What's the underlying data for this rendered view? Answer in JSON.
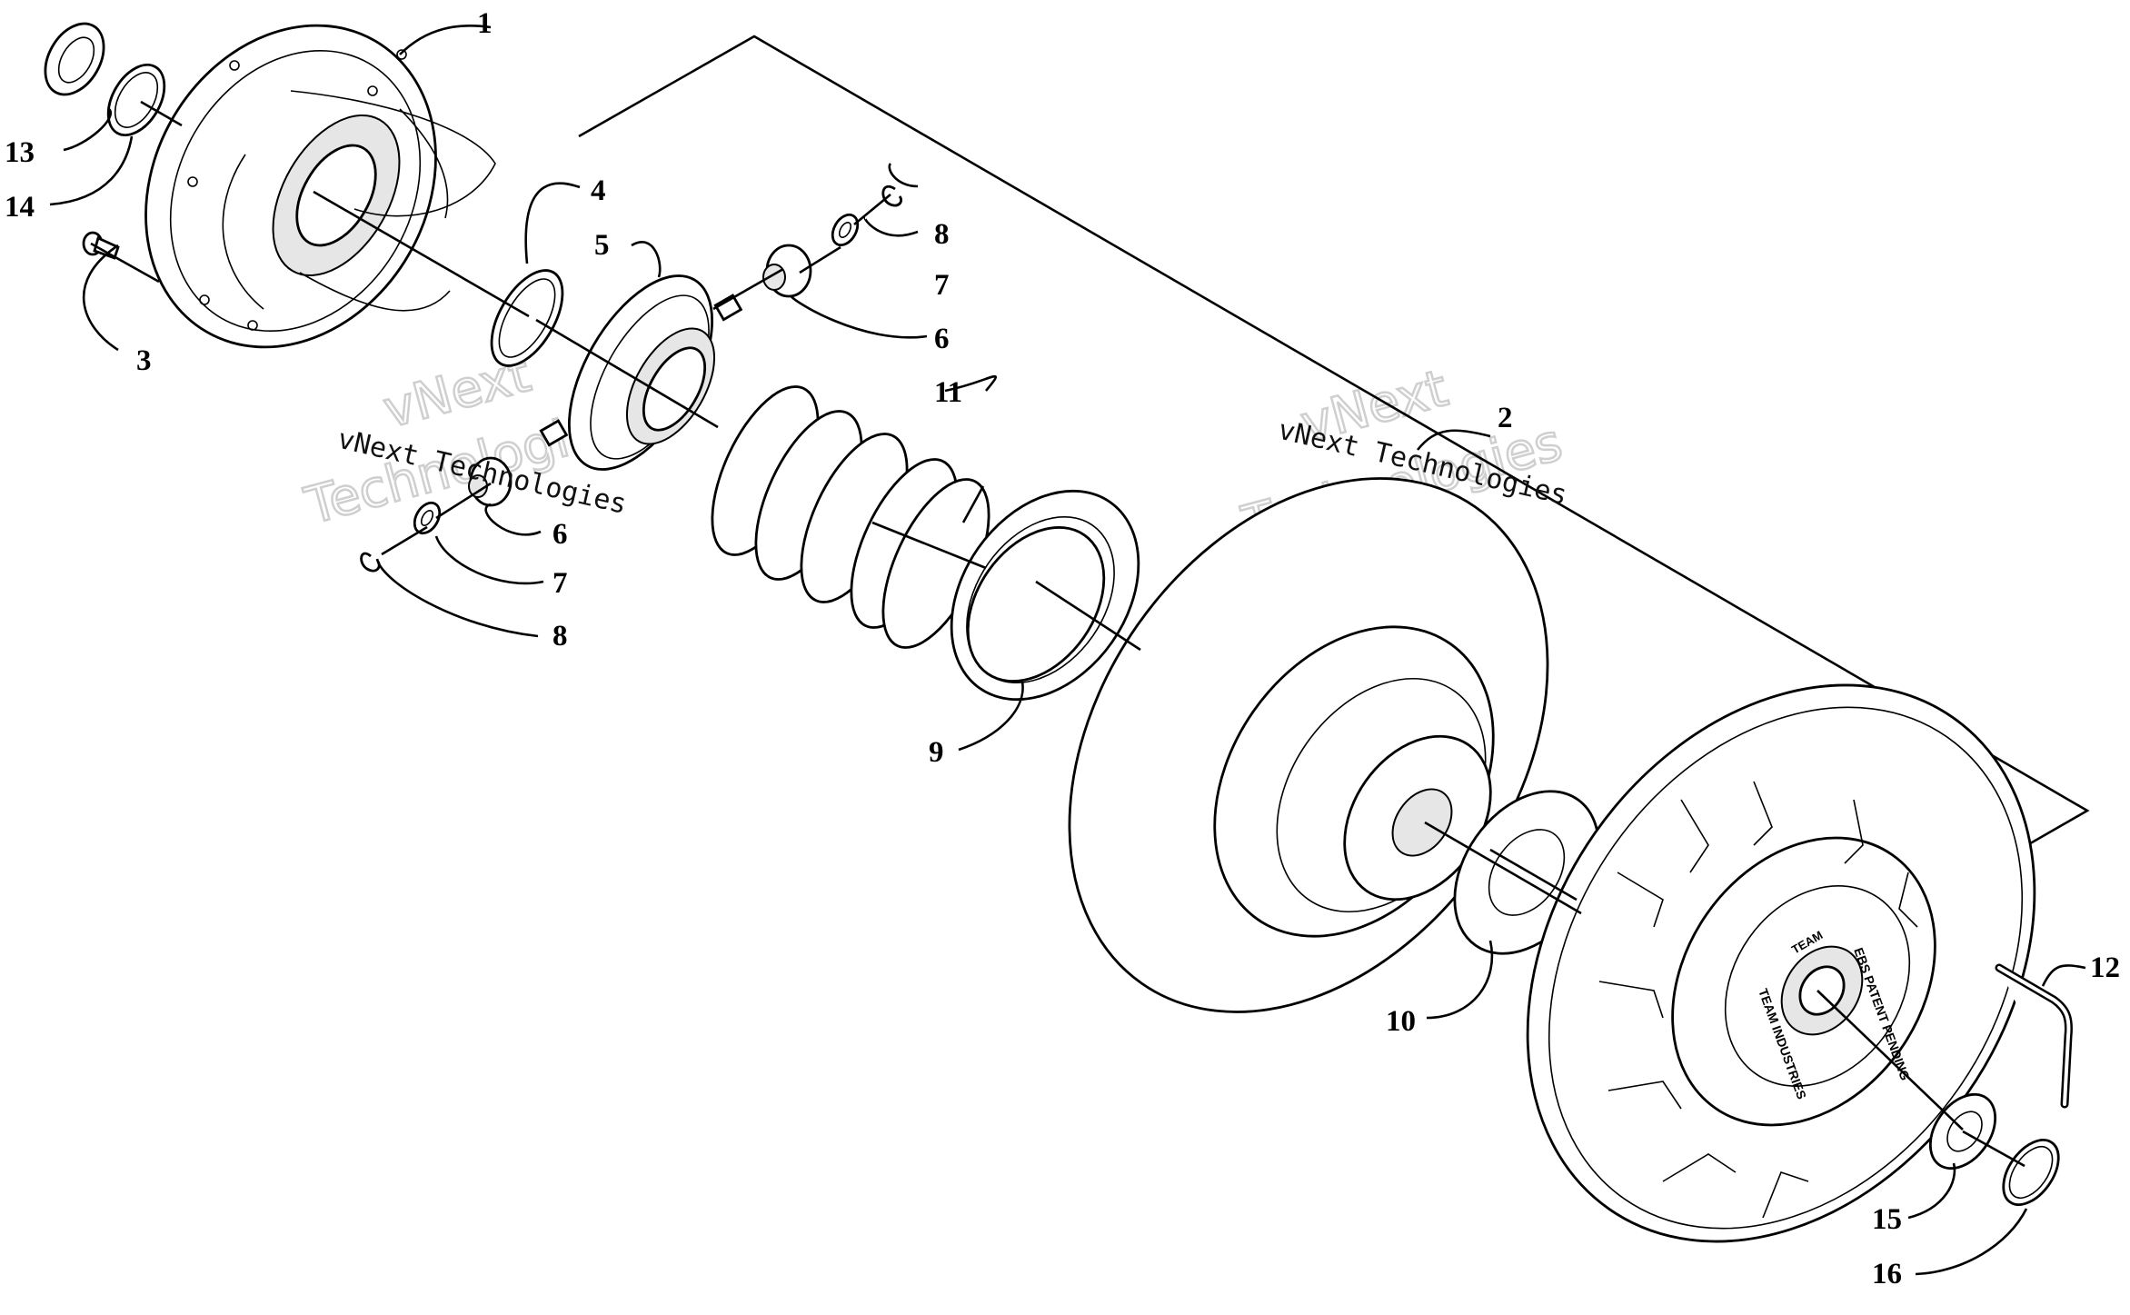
{
  "diagram": {
    "callouts": [
      {
        "id": "c1",
        "text": "1"
      },
      {
        "id": "c2",
        "text": "2"
      },
      {
        "id": "c3",
        "text": "3"
      },
      {
        "id": "c4",
        "text": "4"
      },
      {
        "id": "c5",
        "text": "5"
      },
      {
        "id": "c6a",
        "text": "6"
      },
      {
        "id": "c6b",
        "text": "6"
      },
      {
        "id": "c7a",
        "text": "7"
      },
      {
        "id": "c7b",
        "text": "7"
      },
      {
        "id": "c8a",
        "text": "8"
      },
      {
        "id": "c8b",
        "text": "8"
      },
      {
        "id": "c9",
        "text": "9"
      },
      {
        "id": "c10",
        "text": "10"
      },
      {
        "id": "c11",
        "text": "11"
      },
      {
        "id": "c12",
        "text": "12"
      },
      {
        "id": "c13",
        "text": "13"
      },
      {
        "id": "c14",
        "text": "14"
      },
      {
        "id": "c15",
        "text": "15"
      },
      {
        "id": "c16",
        "text": "16"
      }
    ]
  },
  "watermarks": {
    "left_line": "vNext Technologies",
    "right_line": "vNext Technologies",
    "big_top": "vNext",
    "big_bottom": "Technologies"
  },
  "cover_text": {
    "outer_ring": "EBS PATENT PENDING",
    "inner_ring": "TEAM INDUSTRIES",
    "brand": "TEAM"
  }
}
